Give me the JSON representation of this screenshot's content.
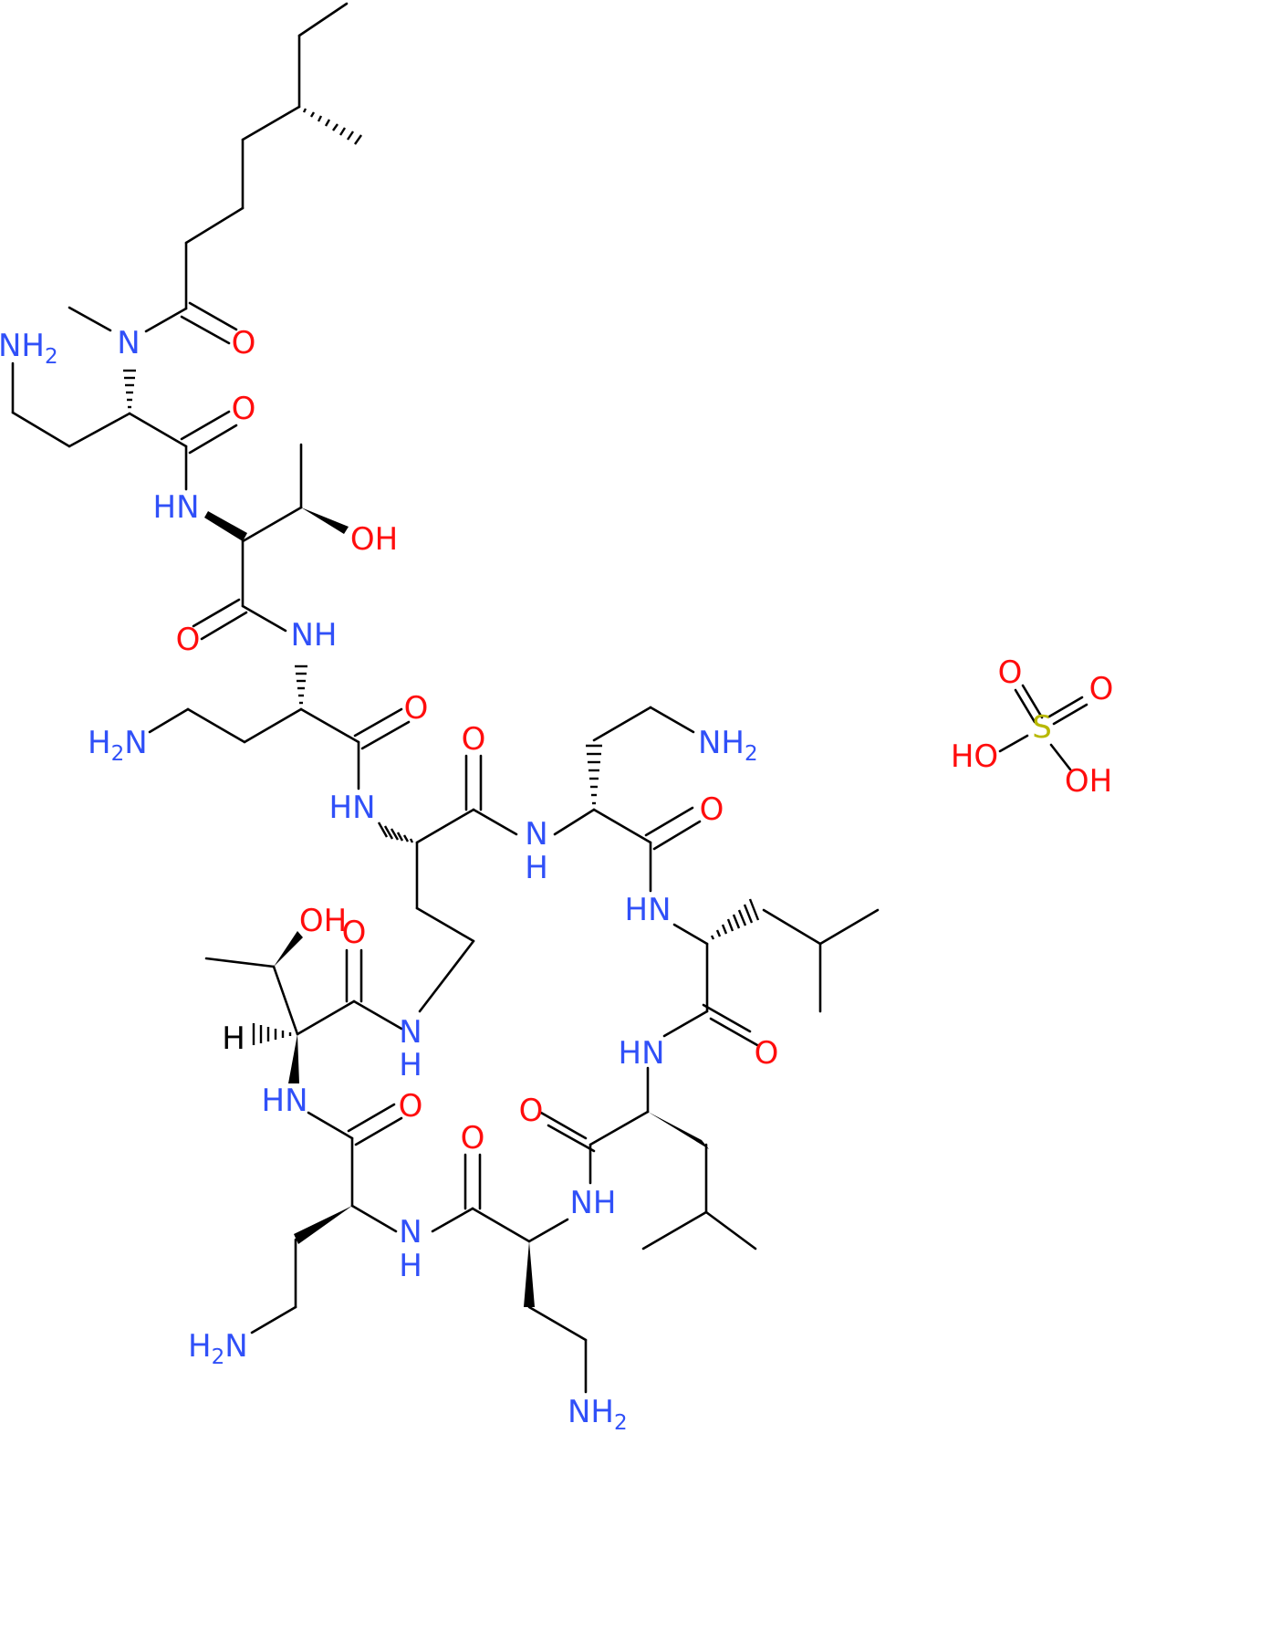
{
  "colors": {
    "bond": "#000000",
    "N": "#3050F8",
    "O": "#FF0D0D",
    "S": "#B8B800",
    "H": "#000000"
  },
  "labels": {
    "nh2_1": {
      "main": "NH",
      "sub": "2"
    },
    "n_methyl": "N",
    "o_1": "O",
    "o_2": "O",
    "hn_1": "HN",
    "oh_1": "OH",
    "o_3": "O",
    "nh_1": "NH",
    "o_4": "O",
    "h2n_1": {
      "main": "H",
      "sub": "2",
      "tail": "N"
    },
    "hn_2": "HN",
    "o_5": "O",
    "n_h_1": {
      "n": "N",
      "h": "H"
    },
    "nh2_2": {
      "main": "NH",
      "sub": "2"
    },
    "o_6": "O",
    "hn_3": "HN",
    "oh_2": "OH",
    "o_7": "O",
    "n_h_2": {
      "n": "N",
      "h": "H"
    },
    "h_stereo": "H",
    "hn_4": "HN",
    "o_8": "O",
    "hn_5": "HN",
    "o_9": "O",
    "o_10": "O",
    "o_11": "O",
    "nh_2": "NH",
    "n_h_3": {
      "n": "N",
      "h": "H"
    },
    "h2n_2": {
      "main": "H",
      "sub": "2",
      "tail": "N"
    },
    "nh2_3": {
      "main": "NH",
      "sub": "2"
    },
    "sulf_o1": "O",
    "sulf_o2": "O",
    "sulf_s": "S",
    "sulf_ho": "HO",
    "sulf_oh": "OH"
  }
}
